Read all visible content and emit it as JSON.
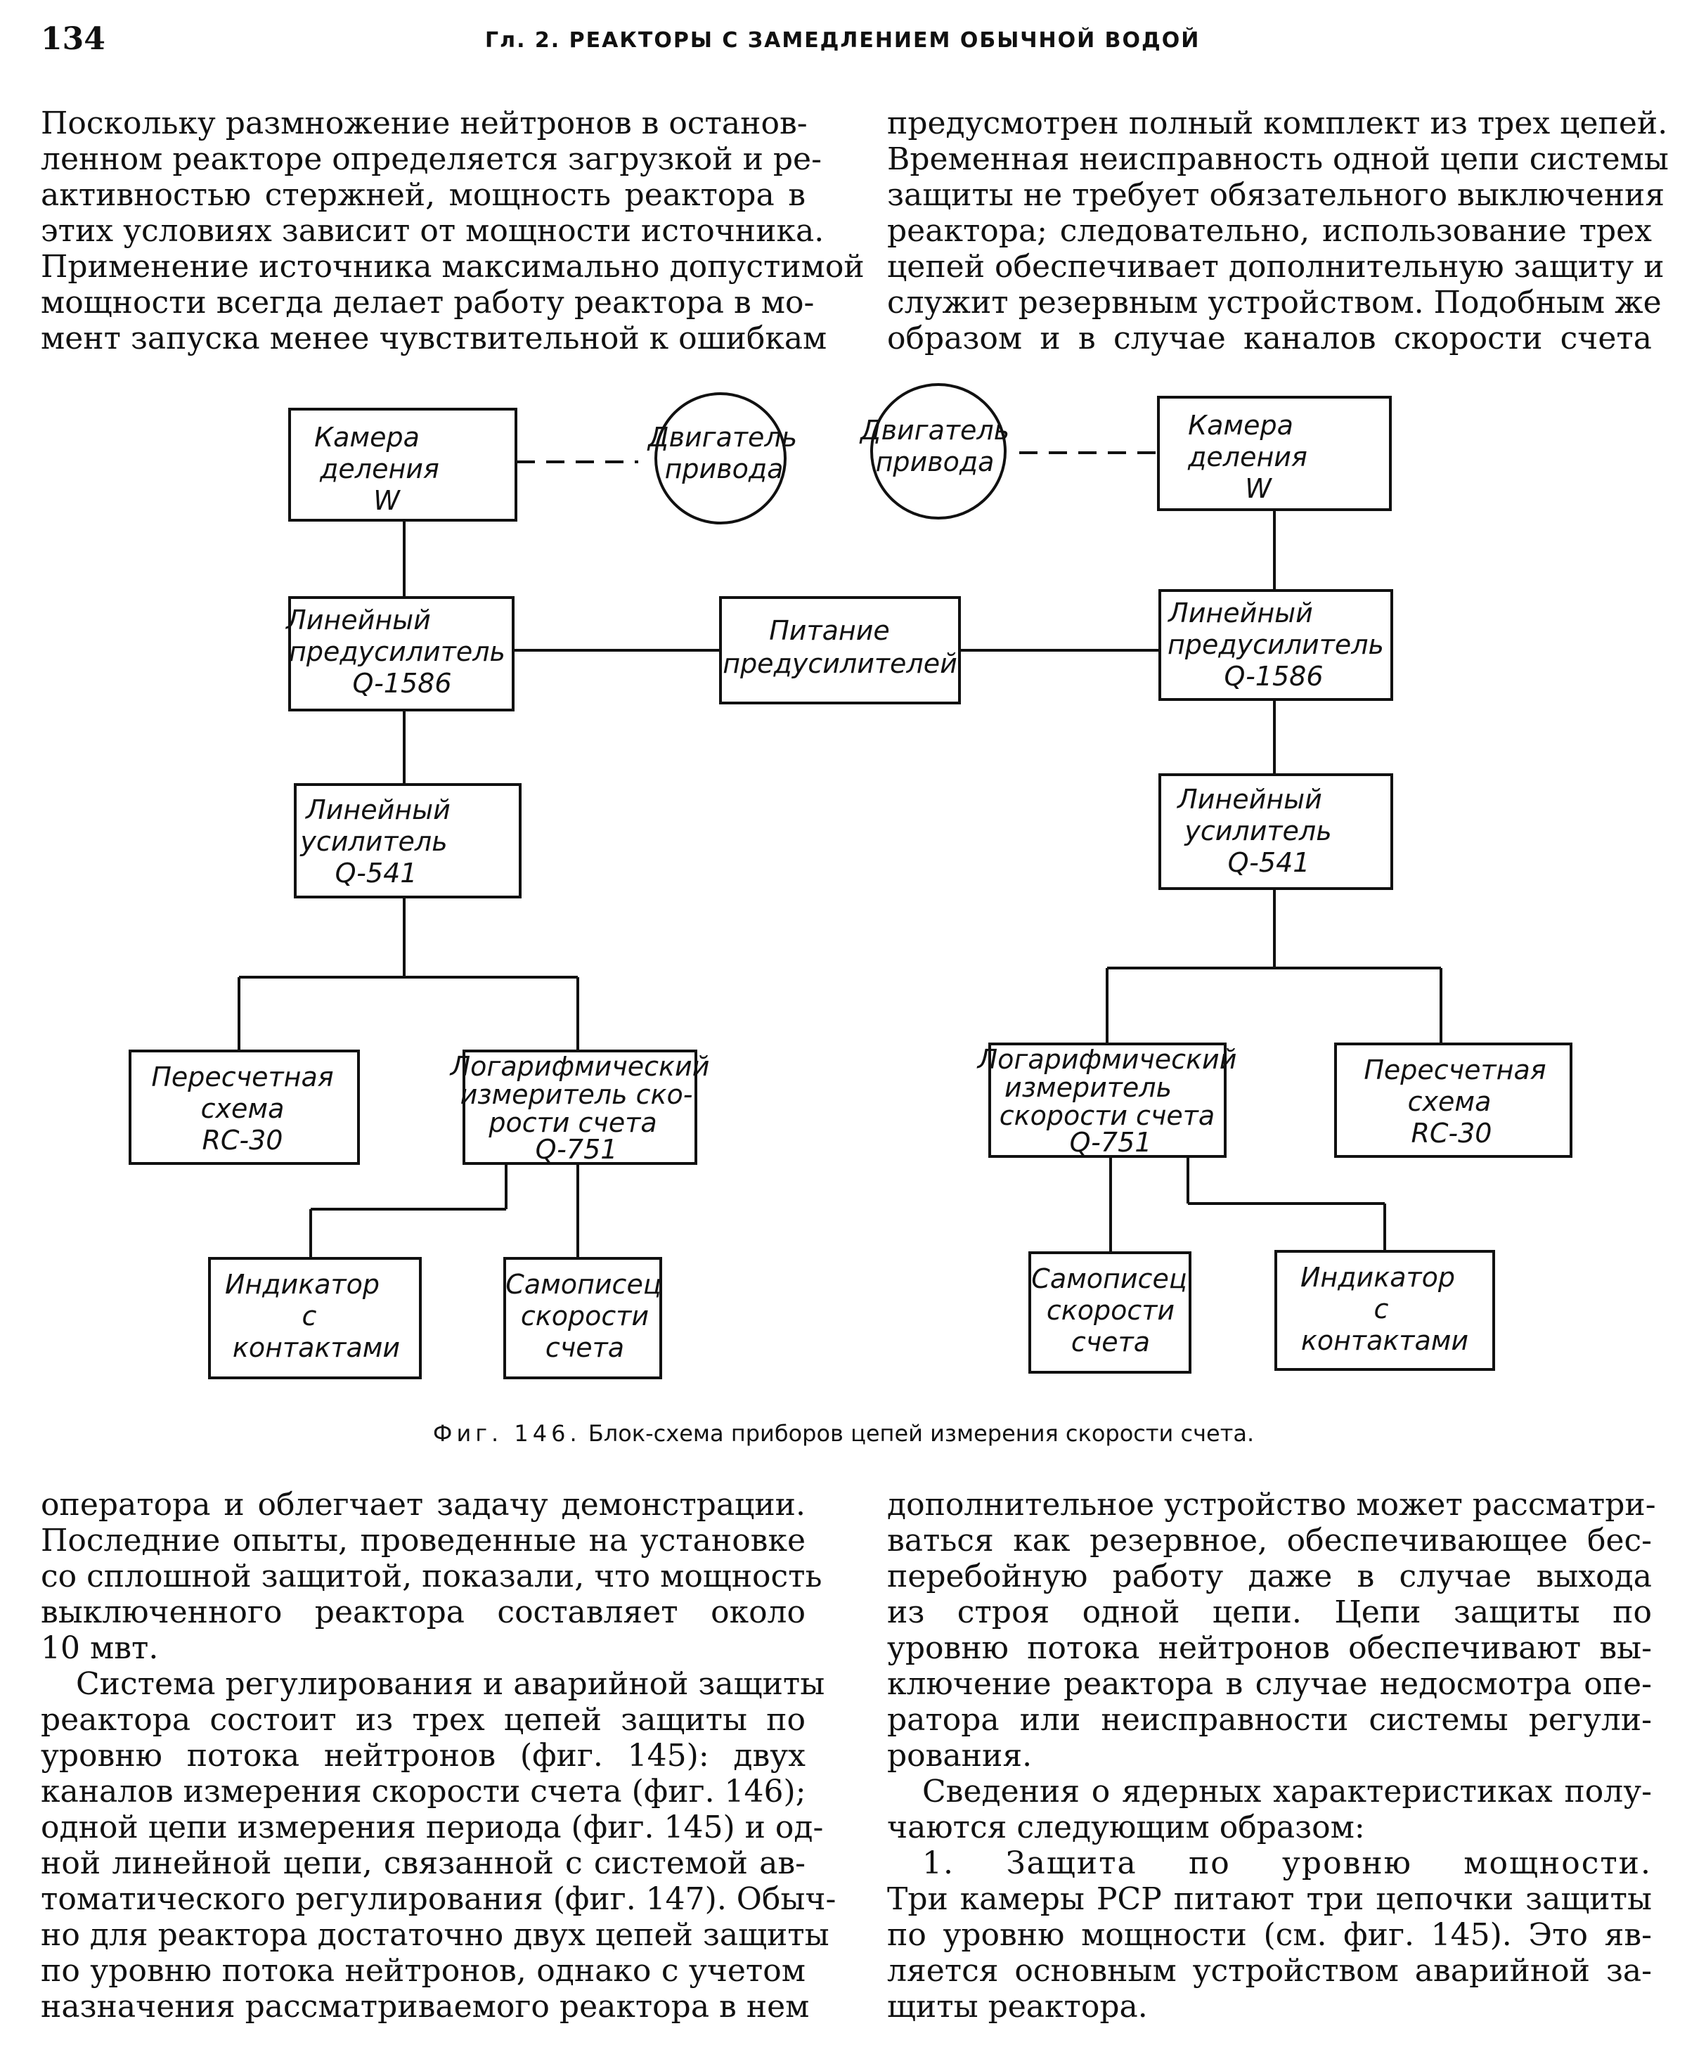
{
  "header": {
    "page_number": "134",
    "running_title": "Гл. 2. РЕАКТОРЫ С ЗАМЕДЛЕНИЕМ ОБЫЧНОЙ ВОДОЙ"
  },
  "top": {
    "left": [
      "Поскольку размножение нейтронов в останов-",
      "ленном реакторе определяется загрузкой и ре-",
      "активностью стержней, мощность реактора в",
      "этих условиях зависит от мощности источника.",
      "Применение источника максимально допустимой",
      "мощности всегда делает работу реактора в мо-",
      "мент запуска менее чувствительной к ошибкам"
    ],
    "right": [
      "предусмотрен полный комплект из трех цепей.",
      "Временная неисправность одной цепи системы",
      "защиты не требует обязательного выключения",
      "реактора; следовательно, использование трех",
      "цепей обеспечивает дополнительную защиту и",
      "служит резервным устройством. Подобным же",
      "образом и в случае каналов скорости счета"
    ]
  },
  "diagram": {
    "left": {
      "chamber": [
        "Камера",
        "деления",
        "W"
      ],
      "motor": [
        "Двигатель",
        "привода"
      ],
      "preamp": [
        "Линейный",
        "предусилитель",
        "Q-1586"
      ],
      "amp": [
        "Линейный",
        "усилитель",
        "Q-541"
      ],
      "scaler": [
        "Пересчетная",
        "схема",
        "RC-30"
      ],
      "logmeter": [
        "Логарифмический",
        "измеритель ско-",
        "рости счета",
        "Q-751"
      ],
      "indicator": [
        "Индикатор",
        "с",
        "контактами"
      ],
      "recorder": [
        "Самописец",
        "скорости",
        "счета"
      ]
    },
    "center": {
      "power": [
        "Питание",
        "предусилителей"
      ]
    },
    "right": {
      "chamber": [
        "Камера",
        "деления",
        "W"
      ],
      "motor": [
        "Двигатель",
        "привода"
      ],
      "preamp": [
        "Линейный",
        "предусилитель",
        "Q-1586"
      ],
      "amp": [
        "Линейный",
        "усилитель",
        "Q-541"
      ],
      "logmeter": [
        "Логарифмический",
        "измеритель",
        "скорости счета",
        "Q-751"
      ],
      "scaler": [
        "Пересчетная",
        "схема",
        "RC-30"
      ],
      "recorder": [
        "Самописец",
        "скорости",
        "счета"
      ],
      "indicator": [
        "Индикатор",
        "с",
        "контактами"
      ]
    }
  },
  "caption": {
    "label": "Фиг. 146.",
    "text": "Блок-схема приборов цепей измерения скорости счета."
  },
  "bottom": {
    "left": [
      "оператора и облегчает задачу демонстрации.",
      "Последние опыты, проведенные на установке",
      "со сплошной защитой, показали, что мощность",
      "выключенного реактора составляет около",
      "10 мвт.",
      "Система регулирования и аварийной защиты",
      "реактора состоит из трех цепей защиты по",
      "уровню потока нейтронов (фиг. 145): двух",
      "каналов измерения скорости счета (фиг. 146);",
      "одной цепи измерения периода (фиг. 145) и од-",
      "ной линейной цепи, связанной с системой ав-",
      "томатического регулирования (фиг. 147). Обыч-",
      "но для реактора достаточно двух цепей защиты",
      "по уровню потока нейтронов, однако с учетом",
      "назначения рассматриваемого реактора в нем"
    ],
    "right": [
      "дополнительное устройство может рассматри-",
      "ваться как резервное, обеспечивающее бес-",
      "перебойную работу даже в случае выхода",
      "из строя одной цепи. Цепи защиты по",
      "уровню потока нейтронов обеспечивают вы-",
      "ключение реактора в случае недосмотра опе-",
      "ратора или неисправности системы регули-",
      "рования.",
      "Сведения о ядерных характеристиках полу-",
      "чаются следующим образом:",
      "1. Защита по уровню мощности.",
      "Три камеры РСР питают три цепочки защиты",
      "по уровню мощности (см. фиг. 145). Это яв-",
      "ляется основным устройством аварийной за-",
      "щиты реактора."
    ]
  }
}
